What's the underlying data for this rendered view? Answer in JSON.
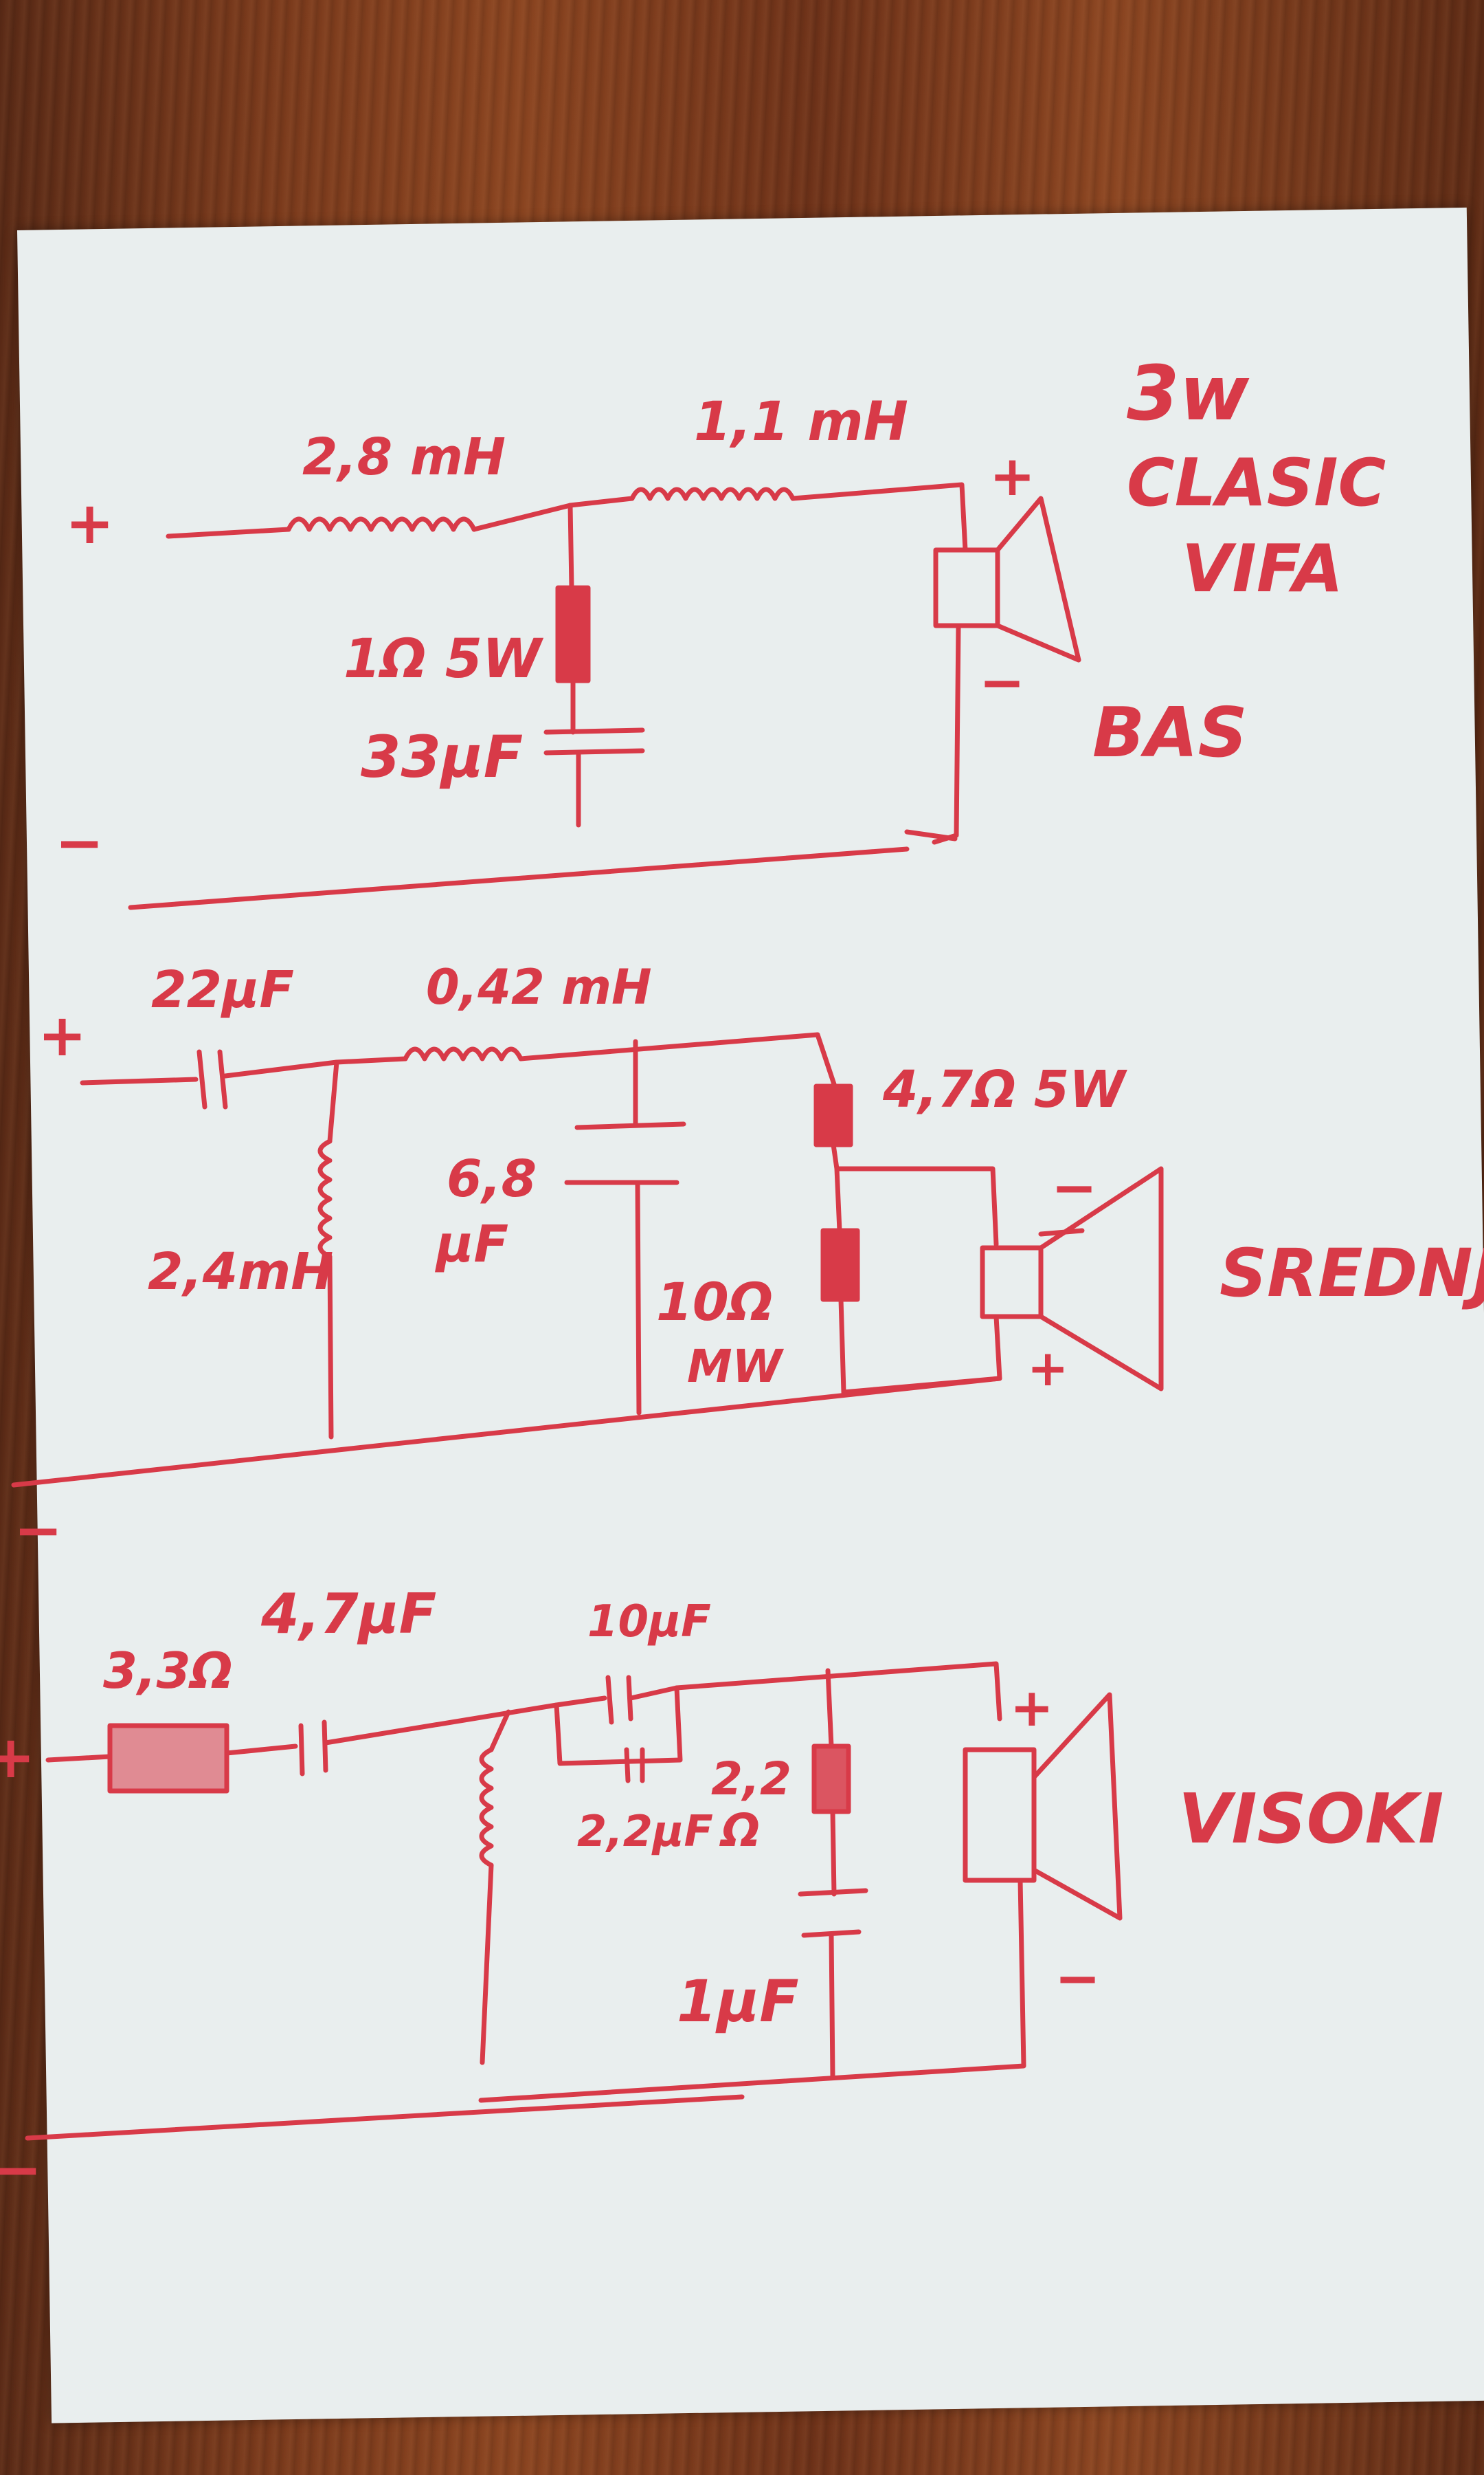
{
  "side_notes": {
    "model": "3w",
    "brand_line1": "CLASIC",
    "brand_line2": "VIFA"
  },
  "sections": {
    "bass": {
      "name": "BAS",
      "plus": "+",
      "minus": "−",
      "speaker_plus": "+",
      "speaker_minus": "−",
      "l1": "2,8 mH",
      "l2": "1,1 mH",
      "r1": "1Ω 5W",
      "c1": "33µF"
    },
    "mid": {
      "name": "SREDNJ",
      "plus": "+",
      "minus": "−",
      "speaker_plus": "+",
      "speaker_minus": "−",
      "c1": "22µF",
      "l1": "0,42 mH",
      "l2": "2,4mH",
      "c2_a": "6,8",
      "c2_b": "µF",
      "r1": "4,7Ω 5W",
      "r2_a": "10Ω",
      "r2_b": "MW"
    },
    "tweeter": {
      "name": "VISOKI",
      "plus": "+",
      "minus": "−",
      "speaker_plus": "+",
      "speaker_minus": "−",
      "r1": "3,3Ω",
      "c1": "4,7µF",
      "c2": "10µF",
      "c3": "2,2µF",
      "r2_a": "2,2",
      "r2_b": "Ω",
      "c4": "1µF"
    }
  },
  "colors": {
    "ink": "#d83a48",
    "paper": "#e9eeee",
    "wood": "#7a3a1c"
  }
}
